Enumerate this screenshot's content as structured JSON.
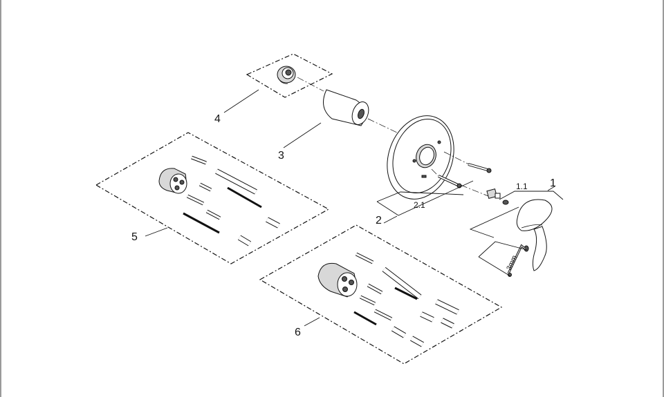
{
  "diagram": {
    "labels": {
      "p1": "1",
      "p1_1": "1.1",
      "p2": "2",
      "p2_1": "2.1",
      "p3": "3",
      "p4": "4",
      "p5": "5",
      "p6": "6",
      "hex_key": "3mm"
    }
  }
}
